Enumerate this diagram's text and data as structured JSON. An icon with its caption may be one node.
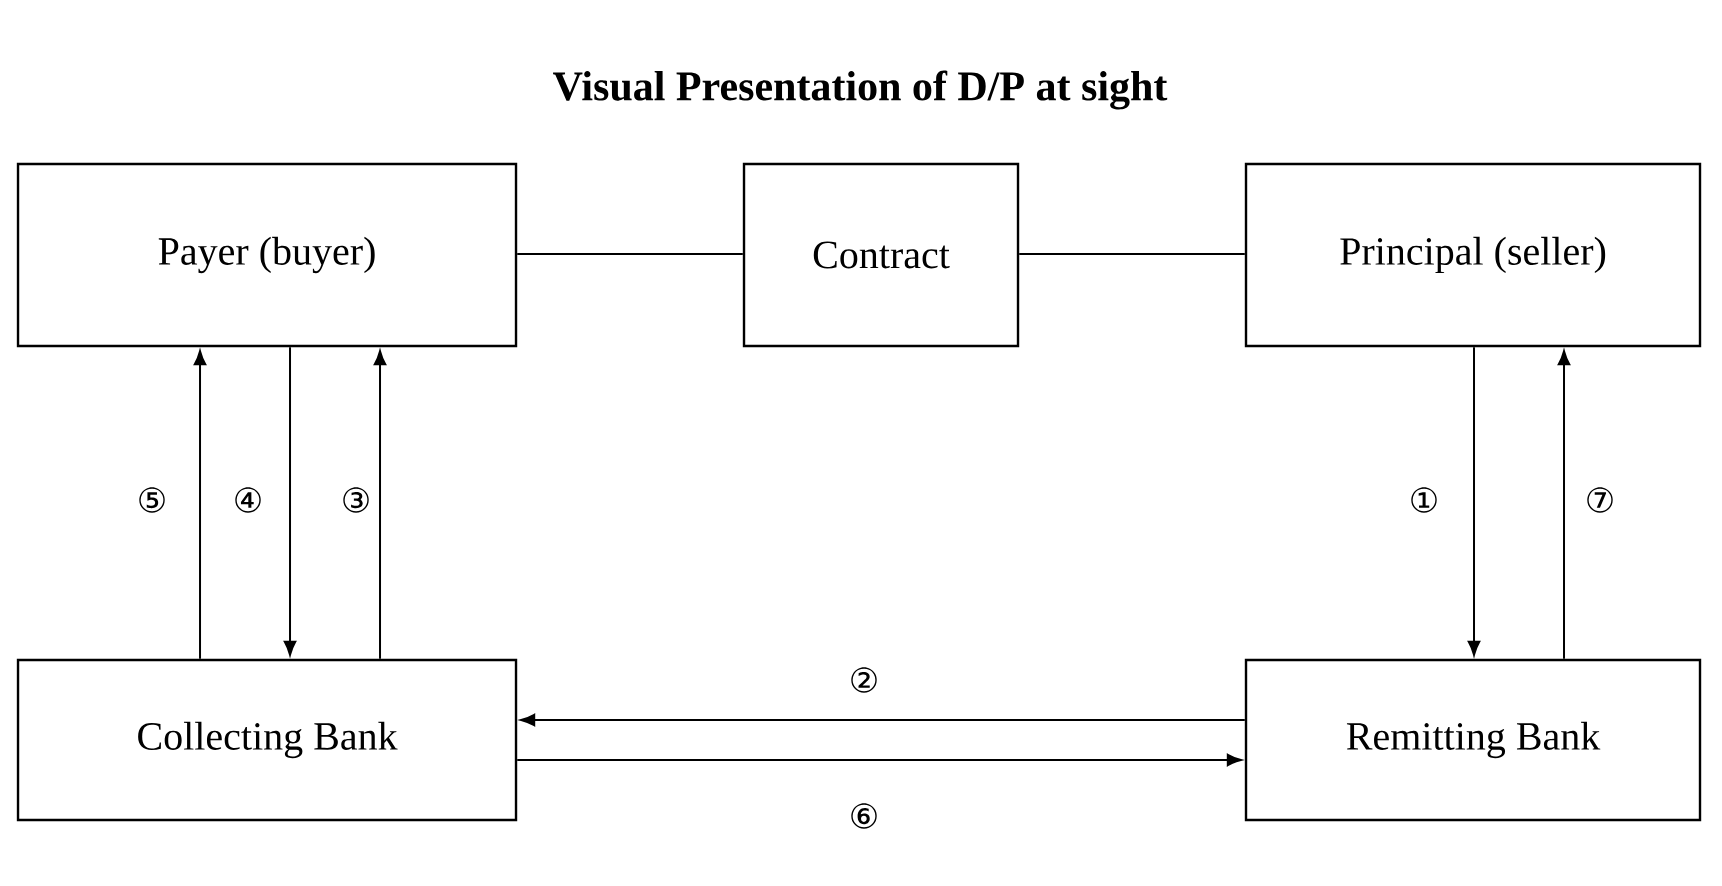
{
  "diagram": {
    "title": "Visual Presentation of D/P at sight",
    "nodes": [
      {
        "text": [
          "Payer (buyer)"
        ]
      },
      {
        "text": [
          "Contract"
        ]
      },
      {
        "text": [
          "Principal (seller)"
        ]
      },
      {
        "text": [
          "Collecting Bank"
        ]
      },
      {
        "text": [
          "Remitting Bank"
        ]
      }
    ],
    "edges": [
      {
        "from": 0,
        "to": 1,
        "arrow": "none"
      },
      {
        "from": 1,
        "to": 2,
        "arrow": "none"
      },
      {
        "from": 3,
        "to": 0,
        "arrow": "to",
        "label": "⑤"
      },
      {
        "from": 0,
        "to": 3,
        "arrow": "to",
        "label": "④"
      },
      {
        "from": 3,
        "to": 0,
        "arrow": "to",
        "label": "③"
      },
      {
        "from": 2,
        "to": 4,
        "arrow": "to",
        "label": "①"
      },
      {
        "from": 4,
        "to": 2,
        "arrow": "to",
        "label": "⑦"
      },
      {
        "from": 4,
        "to": 3,
        "arrow": "to",
        "label": "②"
      },
      {
        "from": 3,
        "to": 4,
        "arrow": "to",
        "label": "⑥"
      }
    ]
  }
}
